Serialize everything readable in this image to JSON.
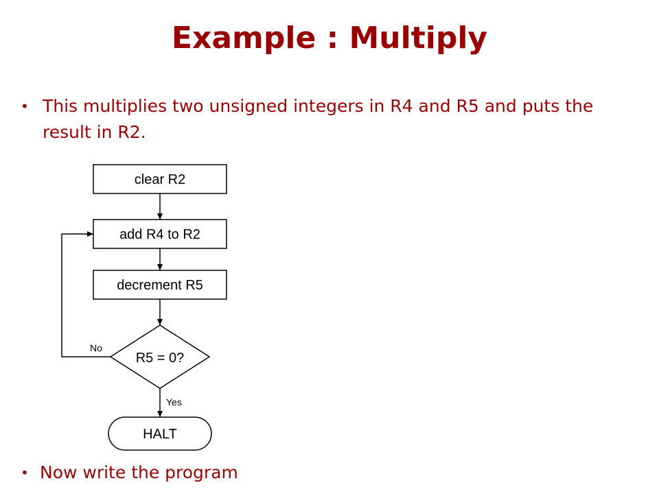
{
  "slide": {
    "title": "Example : Multiply",
    "bullets": [
      "This multiplies two unsigned integers in R4 and R5 and puts the result in R2.",
      "Now write the program"
    ]
  },
  "flowchart": {
    "nodes": {
      "clear": "clear R2",
      "add": "add R4 to R2",
      "decrement": "decrement R5",
      "decision": "R5 = 0?",
      "halt": "HALT"
    },
    "edge_labels": {
      "no": "No",
      "yes": "Yes"
    }
  },
  "colors": {
    "accent": "#990000",
    "text": "#000000",
    "background": "#ffffff"
  }
}
